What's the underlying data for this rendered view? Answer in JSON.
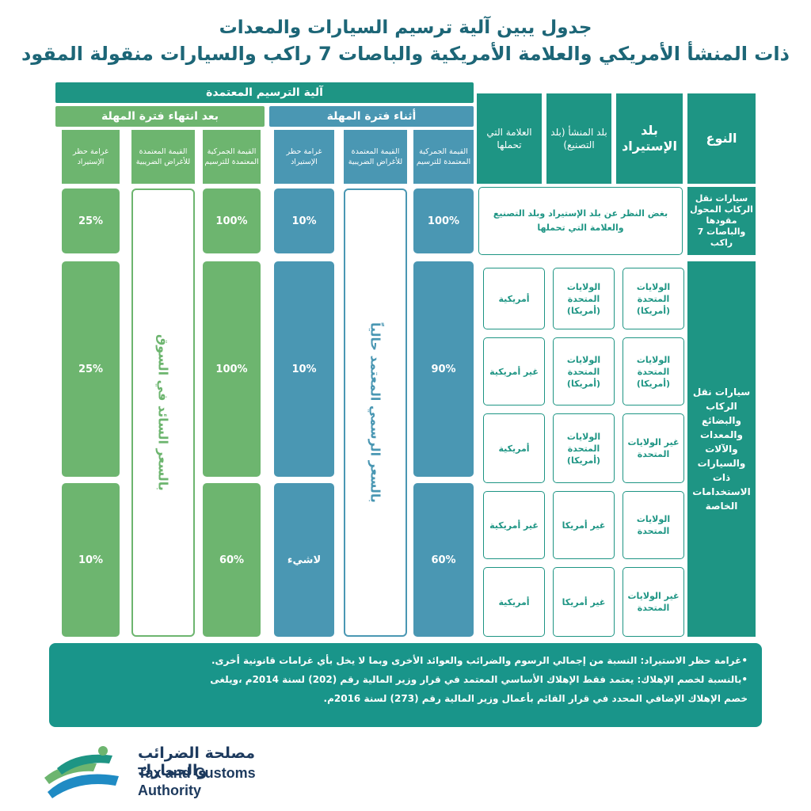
{
  "title_line1": "جدول يبين آلية ترسيم السيارات والمعدات",
  "title_line2": "ذات المنشأ الأمريكي والعلامة الأمريكية والباصات 7 راكب والسيارات منقولة المقود",
  "mechanism": "آلية الترسيم المعتمدة",
  "after_grace": "بعد انتهاء فترة المهلة",
  "during_grace": "أثناء فترة المهلة",
  "col_fine": "غرامة حظر الإستيراد",
  "col_tax_value": "القيمة المعتمدة للأغراض الضريبية",
  "col_customs_value": "القيمة الجمركية المعتمدة للترسيم",
  "col_brand": "العلامة التي تحملها",
  "col_origin": "بلد المنشأ (بلد التصنيع)",
  "col_import": "بلد الإستيراد",
  "col_type": "النوع",
  "row1_type": "سيارات نقل الركاب المحول مقودها والباصات 7 راكب",
  "row1_note": "بغض النظر عن بلد الإستيراد وبلد التصنيع والعلامة التي تحملها",
  "row2_type": "سيارات نقل الركاب والبضائع والمعدات والآلات والسيارات ذات الاستخدامات الخاصة",
  "after_fine_1": "25%",
  "after_customs_1": "100%",
  "during_fine_1": "10%",
  "during_customs_1": "100%",
  "after_fine_2": "25%",
  "after_customs_2": "100%",
  "after_fine_3": "10%",
  "after_customs_3": "60%",
  "during_fine_2": "10%",
  "during_customs_2": "90%",
  "during_fine_3": "لاشيء",
  "during_customs_3": "60%",
  "market_price": "بالسعر السائد في السوق",
  "official_price": "بالسعر الرسمي المعتمد حالياً",
  "grid": [
    {
      "import": "الولايات المتحدة (أمريكا)",
      "origin": "الولايات المتحدة (أمريكا)",
      "brand": "أمريكية"
    },
    {
      "import": "الولايات المتحدة (أمريكا)",
      "origin": "الولايات المتحدة (أمريكا)",
      "brand": "غير أمريكية"
    },
    {
      "import": "غير الولايات المتحدة",
      "origin": "الولايات المتحدة (أمريكا)",
      "brand": "أمريكية"
    },
    {
      "import": "الولايات المتحدة",
      "origin": "غير أمريكا",
      "brand": "غير أمريكية"
    },
    {
      "import": "غير الولايات المتحدة",
      "origin": "غير أمريكا",
      "brand": "أمريكية"
    }
  ],
  "note1": "•غرامة حظر الاستيراد: النسبة من إجمالي الرسوم والضرائب والعوائد الأخرى وبما لا يخل بأي غرامات قانونية أخرى.",
  "note2": "•بالنسبة لخصم الإهلاك: يعتمد فقط الإهلاك الأساسي المعتمد في قرار وزير المالية رقم (202) لسنة 2014م ،ويلغى",
  "note3": "خصم الإهلاك الإضافي المحدد في قرار القائم بأعمال وزير المالية رقم (273) لسنة 2016م.",
  "logo_ar": "مصلحة الضرائب والجمارك",
  "logo_en1": "Tax and Customs",
  "logo_en2": "Authority",
  "colors": {
    "teal": "#1e9584",
    "blue": "#4a97b3",
    "green": "#6db56f",
    "title": "#1d6677"
  }
}
